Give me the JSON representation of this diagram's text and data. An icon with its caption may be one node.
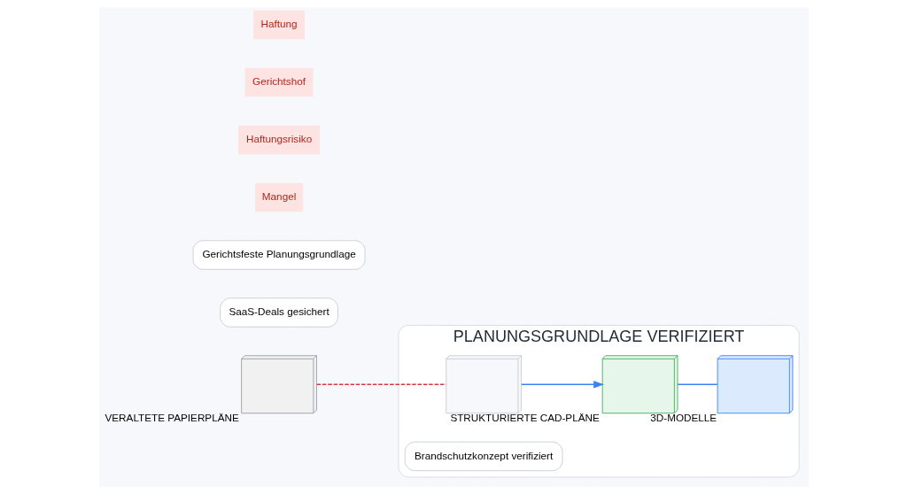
{
  "diagram": {
    "nodes": [
      {
        "text": [],
        "shape": "picture",
        "beside": [
          "VERALTETE PAPIERPLÄNE"
        ]
      },
      {
        "text": [
          "PLANUNGSGRUNDLAGE VERIFIZIERT"
        ]
      },
      {
        "text": [],
        "shape": "picture",
        "in": 1
      },
      {
        "text": [
          "Brandschutzkonzept verifiziert"
        ],
        "in": 1
      },
      {
        "text": [],
        "shape": "picture",
        "in": 1,
        "beside": [
          "STRUKTURIERTE CAD-PLÄNE"
        ]
      },
      {
        "text": [],
        "shape": "picture",
        "in": 1,
        "beside": [
          "3D-MODELLE"
        ]
      },
      {
        "text": [
          "SaaS-Deals gesichert"
        ]
      },
      {
        "text": [
          "Gerichtsfeste Planungsgrundlage"
        ]
      }
    ],
    "edges": [
      {
        "from": 0,
        "to": 2,
        "arrow": "none",
        "style": "dashed",
        "color": "#d9363e"
      },
      {
        "from": 2,
        "to": 4,
        "arrow": "to"
      },
      {
        "from": 4,
        "to": 5,
        "arrow": "none"
      }
    ],
    "labels": [
      "Mangel",
      "Haftungsrisiko",
      "Gerichtshof",
      "Haftung"
    ]
  }
}
